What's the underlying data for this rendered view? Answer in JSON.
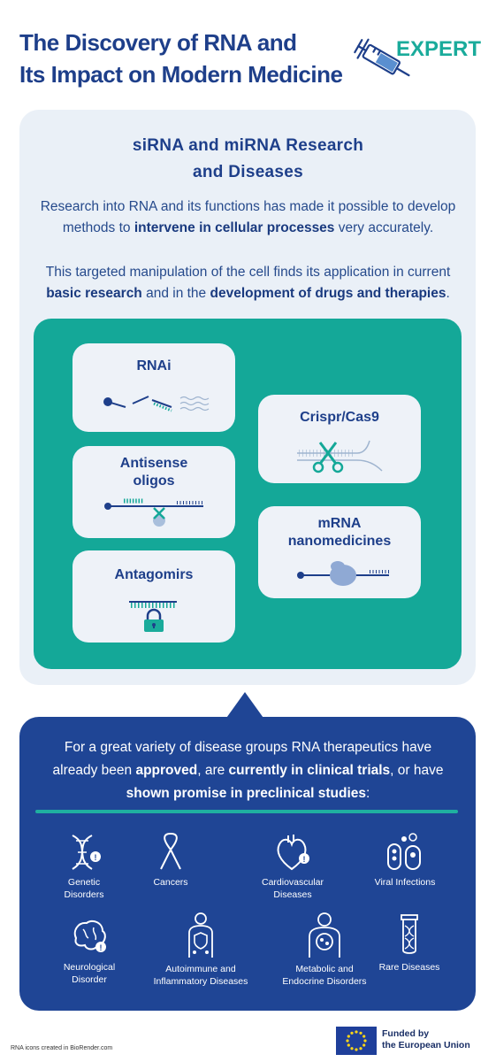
{
  "header": {
    "title_line1": "The Discovery of RNA and",
    "title_line2": "Its Impact on Modern Medicine",
    "level_badge": "EXPERT",
    "syringe_icon": "syringe-icon"
  },
  "section": {
    "heading_line1": "siRNA and miRNA Research",
    "heading_line2": "and Diseases",
    "para1_part1": "Research into RNA and its functions has made it possible to develop methods to ",
    "para1_bold": "intervene in cellular processes",
    "para1_part2": " very accurately.",
    "para2_part1": "This targeted manipulation of the cell finds its application in current ",
    "para2_bold1": "basic research",
    "para2_part2": " and in the ",
    "para2_bold2": "development of drugs and therapies",
    "para2_part3": "."
  },
  "techniques": {
    "rnai": "RNAi",
    "antisense_line1": "Antisense",
    "antisense_line2": "oligos",
    "antagomirs": "Antagomirs",
    "crispr": "Crispr/Cas9",
    "mrna_line1": "mRNA",
    "mrna_line2": "nanomedicines"
  },
  "therapeutics": {
    "text_part1": "For a great variety of disease groups RNA therapeutics have already been ",
    "bold1": "approved",
    "text_part2": ", are ",
    "bold2": "currently in clinical trials",
    "text_part3": ", or have ",
    "bold3": "shown promise in preclinical studies",
    "text_part4": ":"
  },
  "diseases": {
    "genetic_line1": "Genetic",
    "genetic_line2": "Disorders",
    "cancers": "Cancers",
    "cardio_line1": "Cardiovascular",
    "cardio_line2": "Diseases",
    "viral": "Viral Infections",
    "neuro_line1": "Neurological",
    "neuro_line2": "Disorder",
    "autoimmune_line1": "Autoimmune and",
    "autoimmune_line2": "Inflammatory Diseases",
    "metabolic_line1": "Metabolic and",
    "metabolic_line2": "Endocrine Disorders",
    "rare": "Rare Diseases"
  },
  "footer": {
    "credit": "RNA icons created in BioRender.com",
    "funding_line1": "Funded by",
    "funding_line2": "the European Union"
  },
  "colors": {
    "navy": "#1e3f8a",
    "teal": "#14a898",
    "panel_bg": "#eaf0f7",
    "blue_box": "#1f4595"
  }
}
